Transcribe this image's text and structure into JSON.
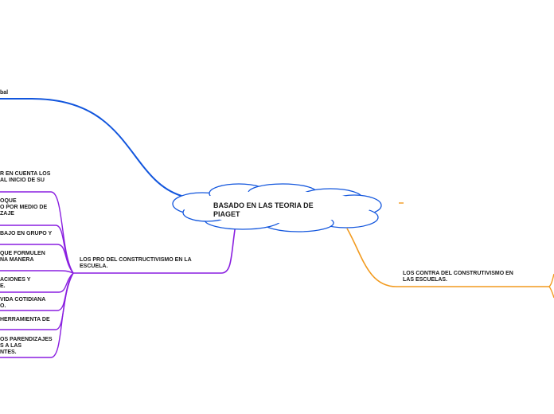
{
  "central_topic": {
    "label": "BASADO EN LAS TEORIA DE\nPIAGET"
  },
  "branches": {
    "top_blue": {
      "label": "bal",
      "color": "#1155dd"
    },
    "pros": {
      "label": "LOS PRO DEL CONSTRUCTIVISMO EN LA\nESCUELA.",
      "color": "#8a1fe0",
      "items": [
        "R EN CUENTA LOS\nAL INICIO DE SU",
        "OQUE\nO POR MEDIO DE\nZAJE",
        "BAJO EN GRUPO Y",
        "QUE FORMULEN\nNA MANERA",
        "ACIONES Y\nE.",
        "VIDA COTIDIANA\nO.",
        "HERRAMIENTA DE",
        "OS PARENDIZAJES\nS A LAS\nNTES."
      ]
    },
    "cons": {
      "label": "LOS CONTRA DEL CONSTRUTIVISMO EN\nLAS ESCUELAS.",
      "color": "#f29a1e"
    },
    "small_dash": {
      "color": "#f29a1e"
    }
  }
}
